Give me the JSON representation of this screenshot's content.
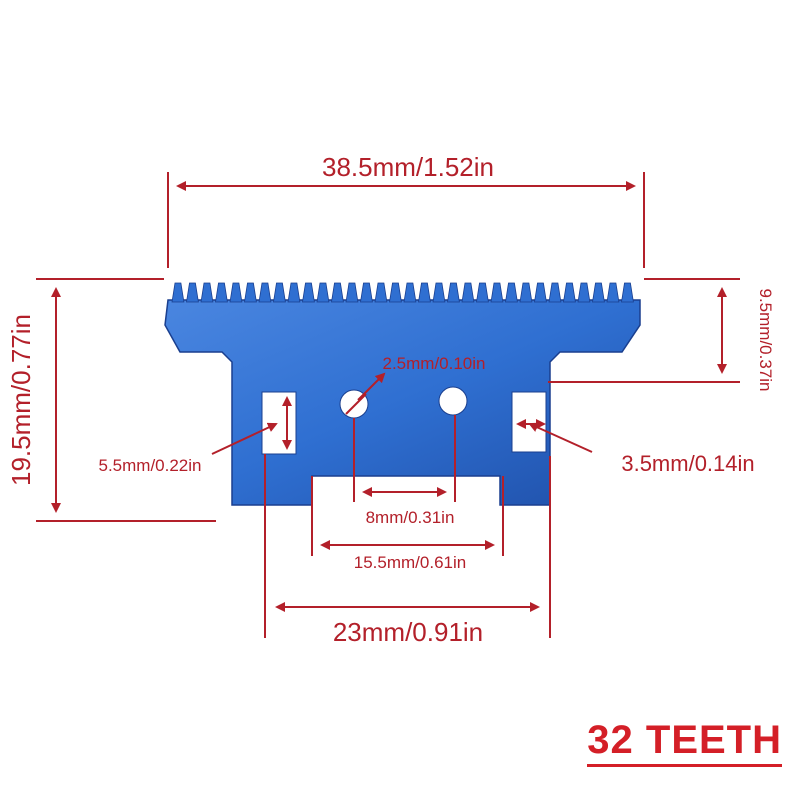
{
  "product": {
    "name": "clipper-blade",
    "blade_color": "#2f6fd1",
    "blade_color_dark": "#1a3f8f",
    "dimension_color": "#b3202a",
    "badge_color": "#d41f27"
  },
  "dimensions": {
    "total_width": "38.5mm/1.52in",
    "total_height": "19.5mm/0.77in",
    "teeth_depth": "9.5mm/0.37in",
    "hole_diameter": "2.5mm/0.10in",
    "slot_length": "5.5mm/0.22in",
    "slot_width": "3.5mm/0.14in",
    "hole_spacing": "8mm/0.31in",
    "notch_width": "15.5mm/0.61in",
    "slot_spacing": "23mm/0.91in"
  },
  "badge": {
    "label": "32 TEETH"
  },
  "teeth_count": 32
}
